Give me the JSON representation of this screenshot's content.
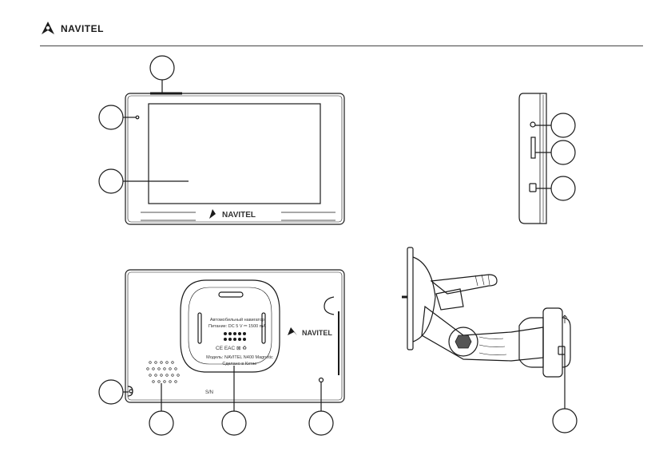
{
  "header": {
    "brand": "NAVITEL",
    "logo_icon": "navitel-logo-icon"
  },
  "front_view": {
    "brand": "NAVITEL"
  },
  "back_view": {
    "brand": "NAVITEL",
    "label_line1": "Автомобильный навигатор",
    "label_line2": "Питание: DC 5 V ⎓ 1500 mA",
    "label_line3": "Модель: NAVITEL N400 Magnetic",
    "label_line4": "Сделано в Китае",
    "cert_marks": "CE  EAC  ⊠  ♻",
    "serial_text": "S/N"
  },
  "colors": {
    "outline": "#1a1a1a",
    "accent": "#333333"
  }
}
